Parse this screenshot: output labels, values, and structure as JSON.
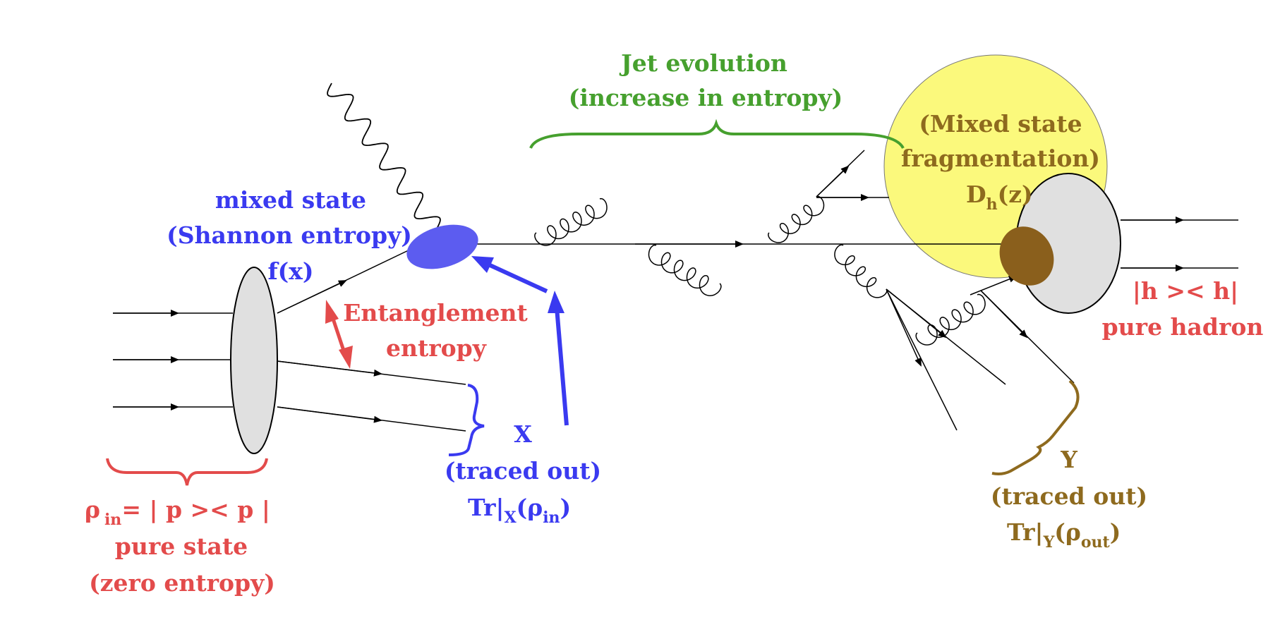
{
  "colors": {
    "red": "#e34b4b",
    "blue": "#3a3af0",
    "green": "#46a02e",
    "brown": "#8e6a1e",
    "yellow": "#fbf97c",
    "gray": "#e0e0e0",
    "dark_brown": "#8a5f1c"
  },
  "labels": {
    "jet_title": "Jet evolution",
    "jet_sub": "(increase in entropy)",
    "mixed_frag_1": "(Mixed state",
    "mixed_frag_2": "fragmentation)",
    "dh_main": "D",
    "dh_sub": "h",
    "dh_tail": "(z)",
    "mixed_state": "mixed state",
    "shannon": "(Shannon entropy)",
    "fx": "f(x)",
    "entanglement_1": "Entanglement",
    "entanglement_2": "entropy",
    "x_label": "X",
    "x_traced": "(traced out)",
    "trx_main": "Tr",
    "trx_bar": "|",
    "trx_sub": "X",
    "trx_paren": "(ρ",
    "trx_in": "in",
    "trx_close": ")",
    "rho_in_main": "ρ",
    "rho_in_sub": "in",
    "rho_in_rest": "= | p >< p |",
    "pure_state": "pure state",
    "zero_entropy": "(zero entropy)",
    "hh": "|h >< h|",
    "pure_hadron": "pure hadron",
    "y_label": "Y",
    "y_traced": "(traced out)",
    "try_main": "Tr",
    "try_bar": "|",
    "try_sub": "Y",
    "try_paren": "(ρ",
    "try_out": "out",
    "try_close": ")"
  }
}
